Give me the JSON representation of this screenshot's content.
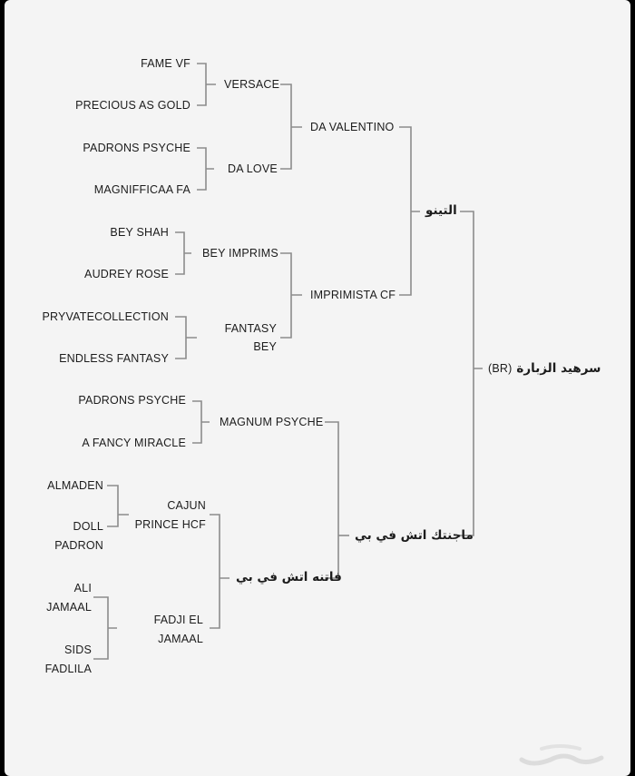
{
  "pedigree": {
    "subject": {
      "arabic": "سرهيد الزبارة",
      "tag": "(BR)"
    },
    "sire": {
      "name": "التينو",
      "sire": {
        "name": "DA VALENTINO",
        "sire": {
          "name": "VERSACE",
          "sire": "FAME VF",
          "dam": "PRECIOUS AS GOLD"
        },
        "dam": {
          "name": "DA LOVE",
          "sire": "PADRONS PSYCHE",
          "dam": "MAGNIFFICAA FA"
        }
      },
      "dam": {
        "name": "IMPRIMISTA CF",
        "sire": {
          "name": "BEY IMPRIMS",
          "sire": "BEY SHAH",
          "dam": "AUDREY ROSE"
        },
        "dam": {
          "name_line1": "FANTASY",
          "name_line2": "BEY",
          "sire": "PRYVATECOLLECTION",
          "dam": "ENDLESS FANTASY"
        }
      }
    },
    "dam": {
      "name": "ماجنتك اتش في بي",
      "sire": {
        "name": "MAGNUM PSYCHE",
        "sire": "PADRONS PSYCHE",
        "dam": "A FANCY MIRACLE"
      },
      "dam": {
        "name": "فاتنه اتش في بي",
        "sire": {
          "name_line1": "CAJUN",
          "name_line2": "PRINCE HCF",
          "sire": "ALMADEN",
          "dam_line1": "DOLL",
          "dam_line2": "PADRON"
        },
        "dam": {
          "name_line1": "FADJI EL",
          "name_line2": "JAMAAL",
          "sire_line1": "ALI",
          "sire_line2": "JAMAAL",
          "dam_line1": "SIDS",
          "dam_line2": "FADLILA"
        }
      }
    }
  },
  "colors": {
    "line": "#8c8c8c",
    "background": "#f4f4f4",
    "text": "#1c1c1c"
  }
}
